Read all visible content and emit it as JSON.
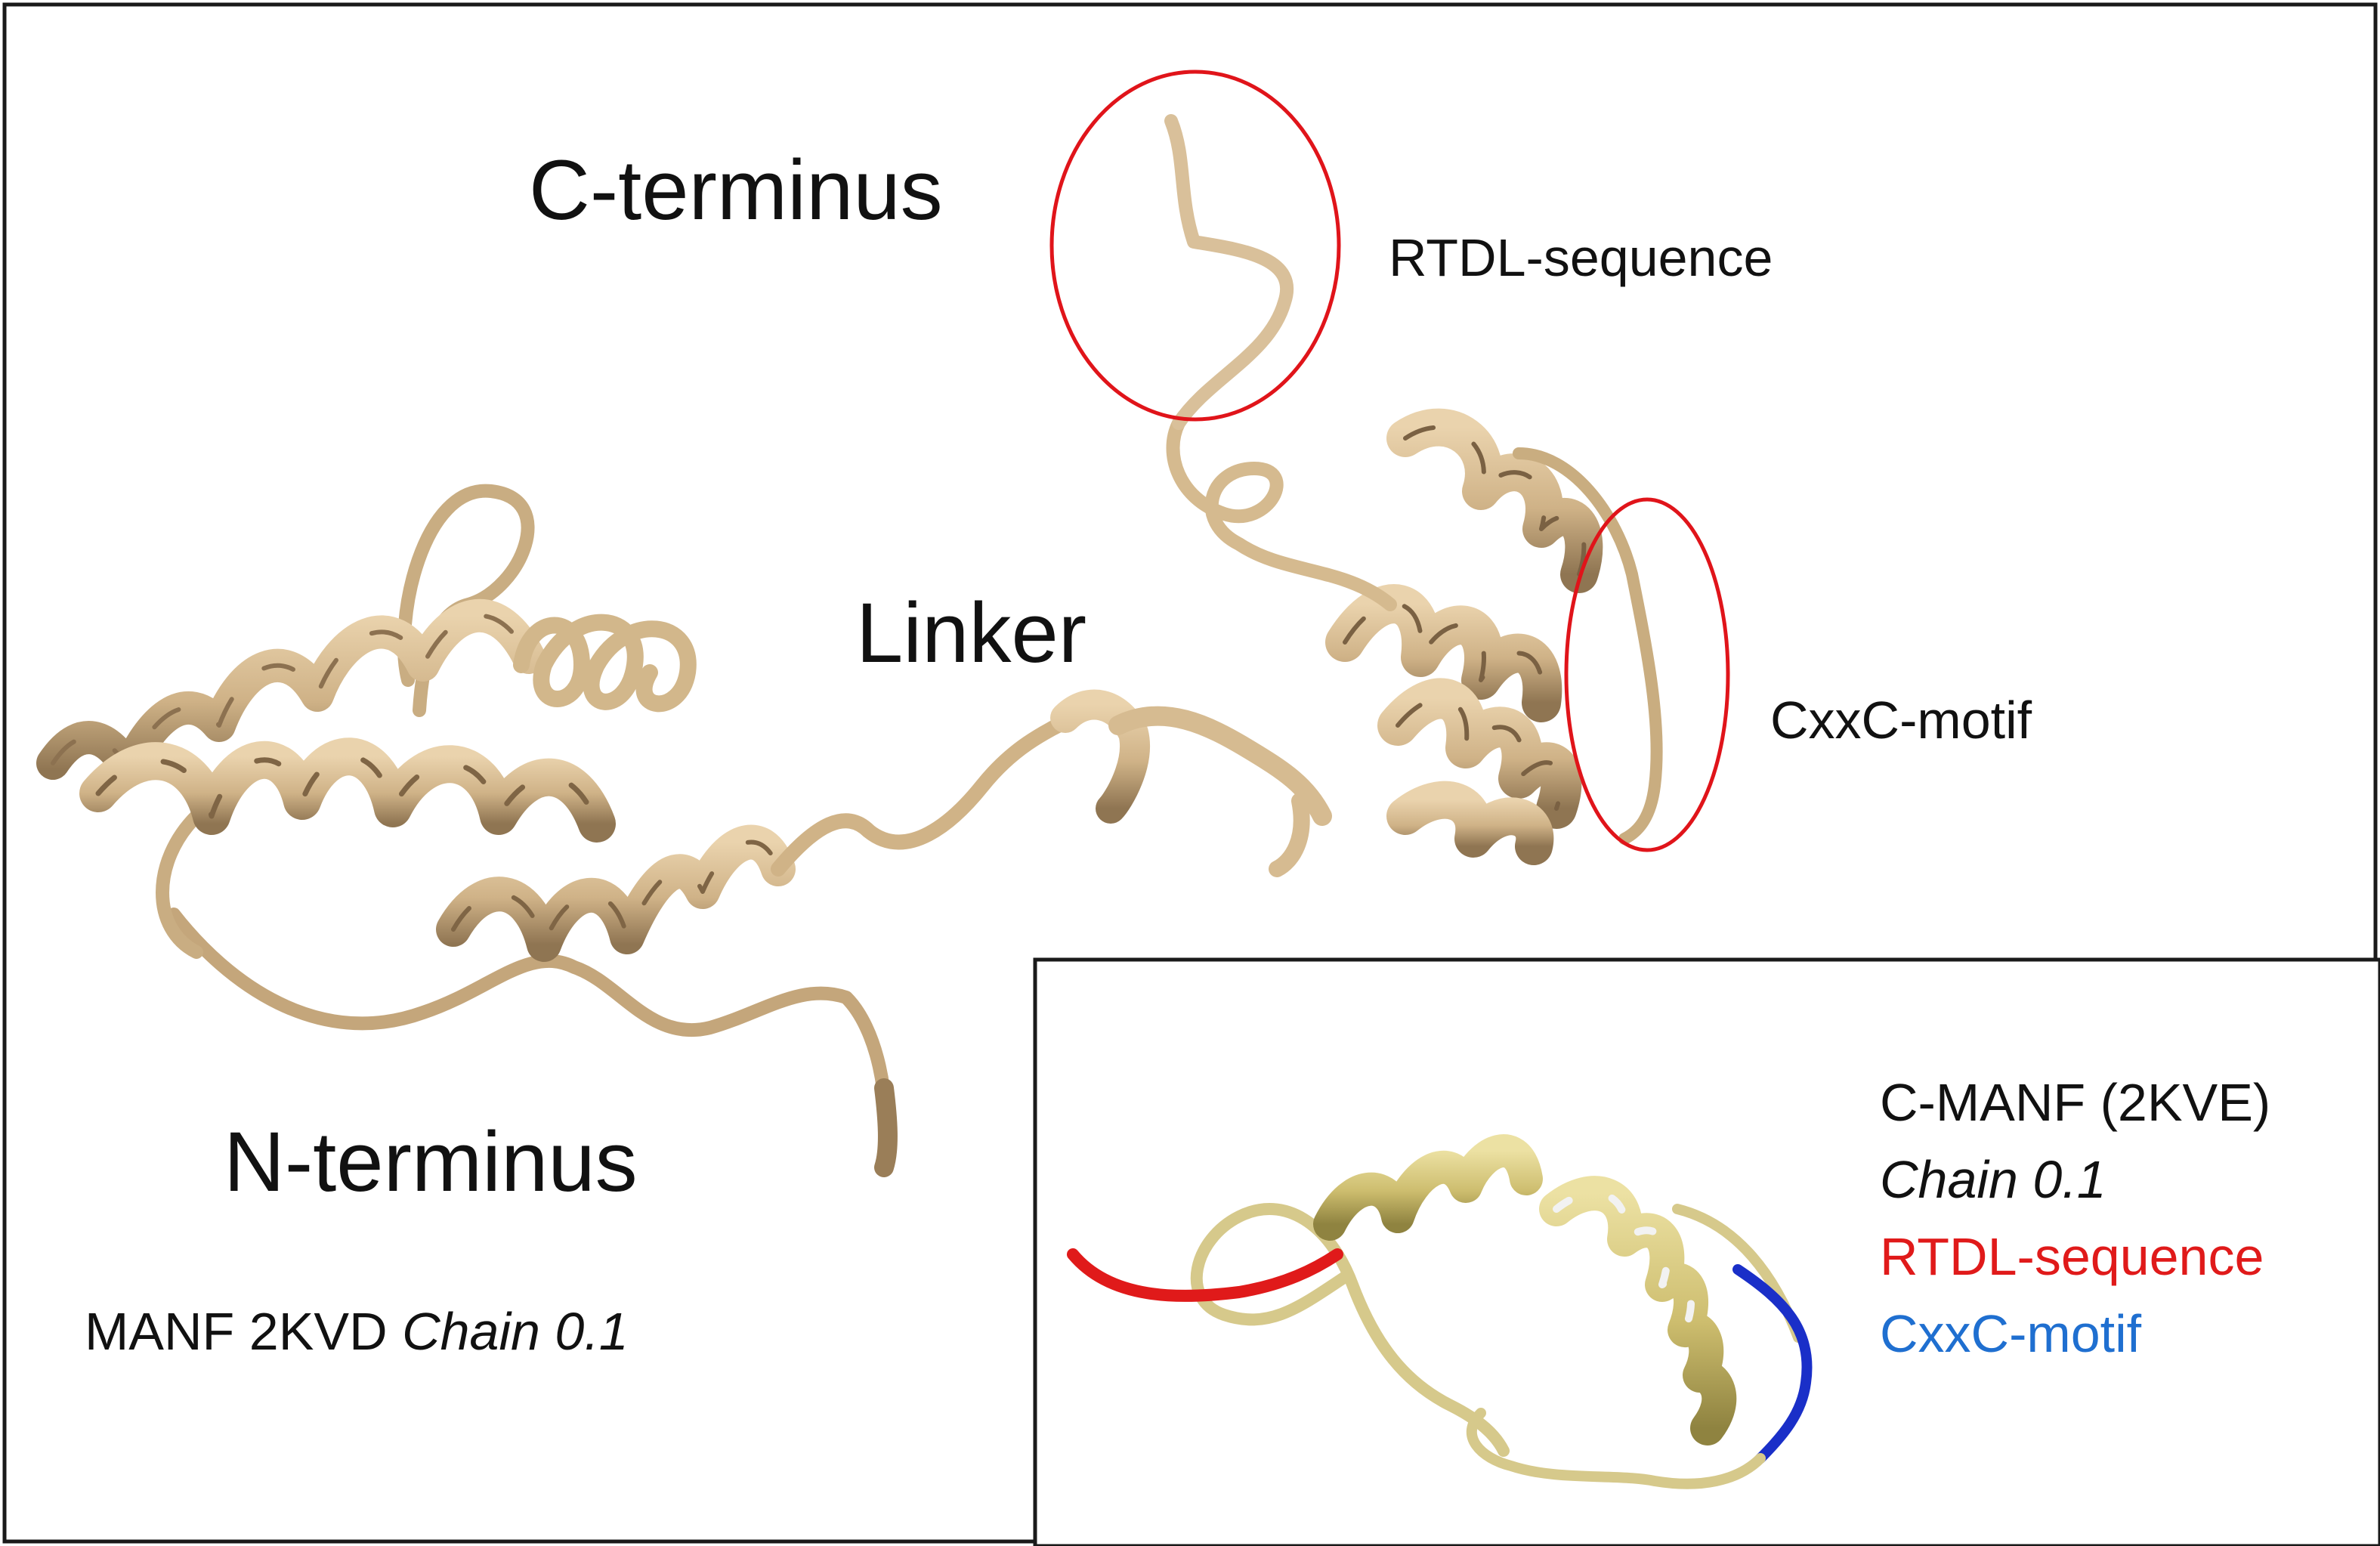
{
  "labels": {
    "c_terminus": "C-terminus",
    "rtdl_sequence": "RTDL-sequence",
    "linker": "Linker",
    "cxxc_motif": "CxxC-motif",
    "n_terminus": "N-terminus"
  },
  "caption": {
    "prefix": "MANF 2KVD ",
    "chain": "Chain 0.1"
  },
  "inset": {
    "title": "C-MANF (2KVE)",
    "chain": "Chain 0.1",
    "rtdl": "RTDL-sequence",
    "cxxc": "CxxC-motif"
  },
  "colors": {
    "ribbon": "#d8bd92",
    "ribbon_dark": "#9f8460",
    "inset_ribbon": "#d9cc82",
    "inset_ribbon_dark": "#a79a4e",
    "highlight_circle": "#e0141a",
    "rtdl": "#e01a1a",
    "cxxc": "#1a2fc8",
    "cxxc_text": "#1f6fd0",
    "frame": "#1a1a1a"
  }
}
